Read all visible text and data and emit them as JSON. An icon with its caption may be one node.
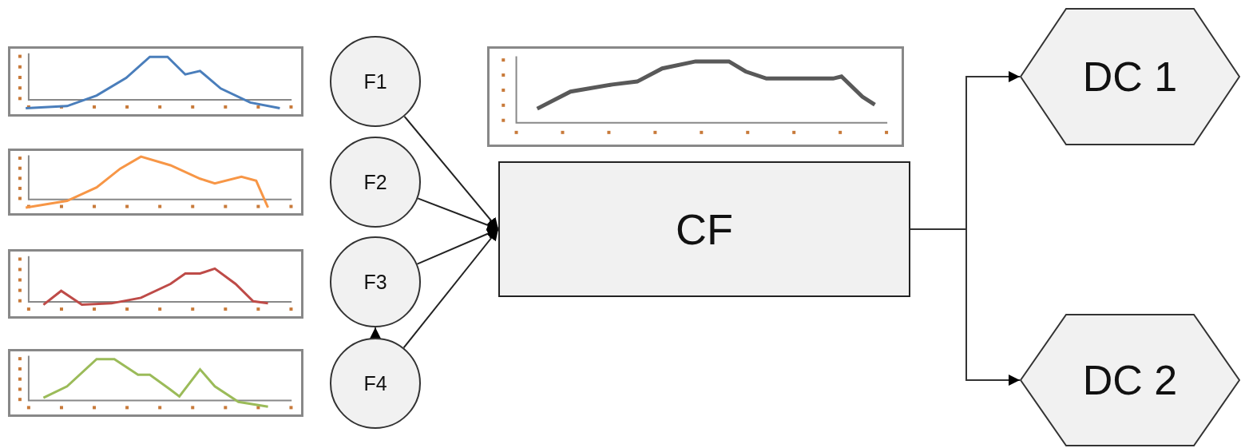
{
  "diagram": {
    "nodes": [
      {
        "text": [
          "F1"
        ]
      },
      {
        "text": [
          "F2"
        ]
      },
      {
        "text": [
          "F3"
        ]
      },
      {
        "text": [
          "F4"
        ]
      },
      {
        "text": [
          "CF"
        ]
      },
      {
        "text": [
          "DC 1"
        ]
      },
      {
        "text": [
          "DC 2"
        ]
      }
    ],
    "edges": [
      {
        "from": 0,
        "to": 4,
        "arrow": "to"
      },
      {
        "from": 1,
        "to": 4,
        "arrow": "to"
      },
      {
        "from": 2,
        "to": 4,
        "arrow": "to"
      },
      {
        "from": 3,
        "to": 4,
        "arrow": "to"
      },
      {
        "from": 3,
        "to": 2,
        "arrow": "to"
      },
      {
        "from": 4,
        "to": 5,
        "arrow": "to"
      },
      {
        "from": 4,
        "to": 6,
        "arrow": "to"
      }
    ]
  }
}
